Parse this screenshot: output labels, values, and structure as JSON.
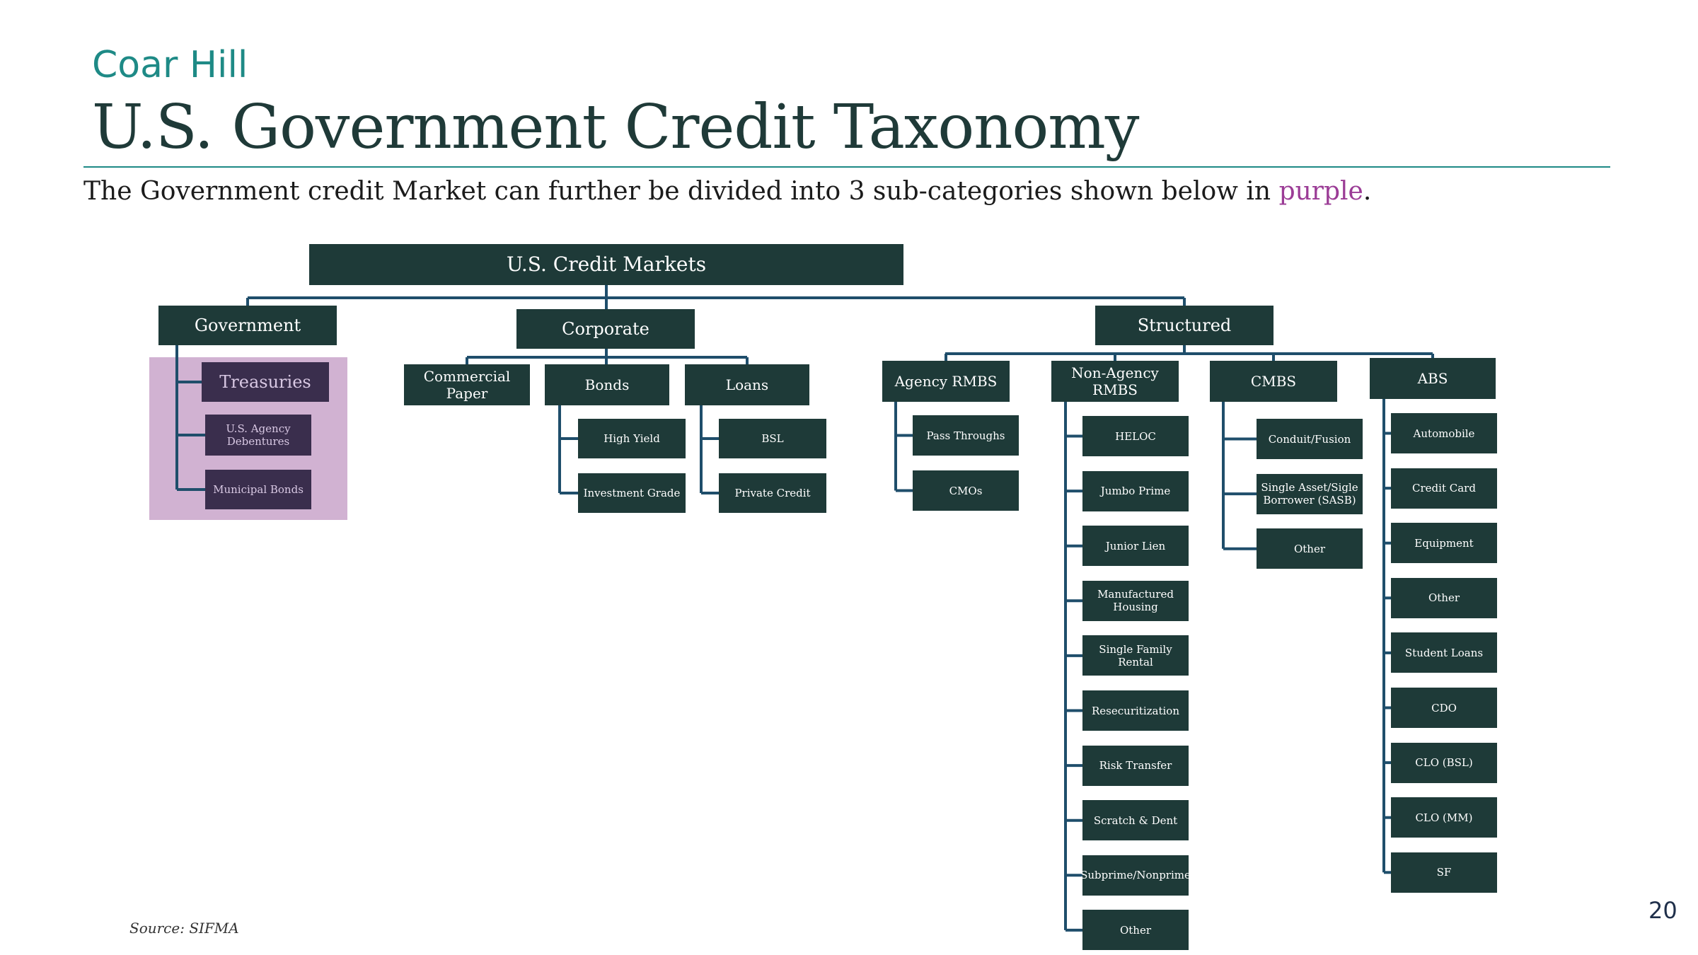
{
  "header": {
    "brand": "Coar Hill",
    "title": "U.S. Government Credit Taxonomy",
    "subtitle_pre": "The Government credit Market can further be divided into 3 sub-categories shown below in ",
    "subtitle_highlight": "purple",
    "subtitle_post": "."
  },
  "colors": {
    "box": "#1e3a38",
    "connector": "#1f4e6b",
    "highlight": "#d1b2d2",
    "highlight_box": "#3a2e4d",
    "accent": "#1e8a86",
    "purple_text": "#9b3c96"
  },
  "taxonomy": {
    "root": "U.S. Credit Markets",
    "government": {
      "label": "Government",
      "children": [
        "Treasuries",
        "U.S. Agency Debentures",
        "Municipal Bonds"
      ]
    },
    "corporate": {
      "label": "Corporate",
      "commercial_paper": "Commercial Paper",
      "bonds": {
        "label": "Bonds",
        "children": [
          "High Yield",
          "Investment Grade"
        ]
      },
      "loans": {
        "label": "Loans",
        "children": [
          "BSL",
          "Private Credit"
        ]
      }
    },
    "structured": {
      "label": "Structured",
      "agency_rmbs": {
        "label": "Agency RMBS",
        "children": [
          "Pass Throughs",
          "CMOs"
        ]
      },
      "non_agency_rmbs": {
        "label": "Non-Agency RMBS",
        "children": [
          "HELOC",
          "Jumbo Prime",
          "Junior Lien",
          "Manufactured Housing",
          "Single Family Rental",
          "Resecuritization",
          "Risk Transfer",
          "Scratch & Dent",
          "Subprime/Nonprime",
          "Other"
        ]
      },
      "cmbs": {
        "label": "CMBS",
        "children": [
          "Conduit/Fusion",
          "Single Asset/Sigle Borrower (SASB)",
          "Other"
        ]
      },
      "abs": {
        "label": "ABS",
        "children": [
          "Automobile",
          "Credit Card",
          "Equipment",
          "Other",
          "Student Loans",
          "CDO",
          "CLO (BSL)",
          "CLO (MM)",
          "SF"
        ]
      }
    }
  },
  "footer": {
    "source": "Source: SIFMA",
    "page_number": "20"
  }
}
